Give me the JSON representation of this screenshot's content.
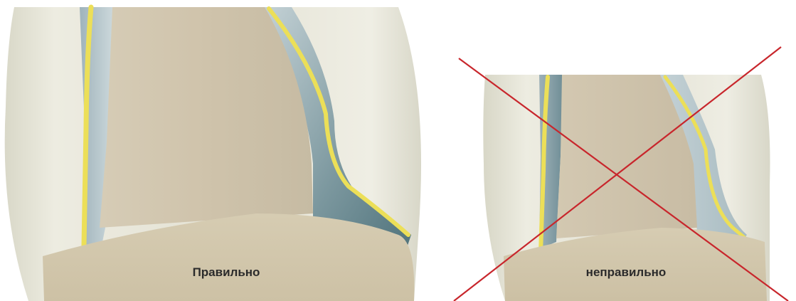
{
  "illustrations": [
    {
      "id": "correct",
      "caption": "Правильно",
      "crossed_out": false
    },
    {
      "id": "incorrect",
      "caption": "неправильно",
      "crossed_out": true
    }
  ],
  "colors": {
    "background": "#ffffff",
    "tooth_shell": "#e6e4d6",
    "pulp_core": "#cfc3ac",
    "root_base": "#d2c7ac",
    "gap_blue_gray": "#a9bcc3",
    "gap_dark_teal": "#5c7e86",
    "yellow_line": "#ecdf58",
    "cross_red": "#c8262c",
    "caption_text": "#2b2b2b"
  }
}
